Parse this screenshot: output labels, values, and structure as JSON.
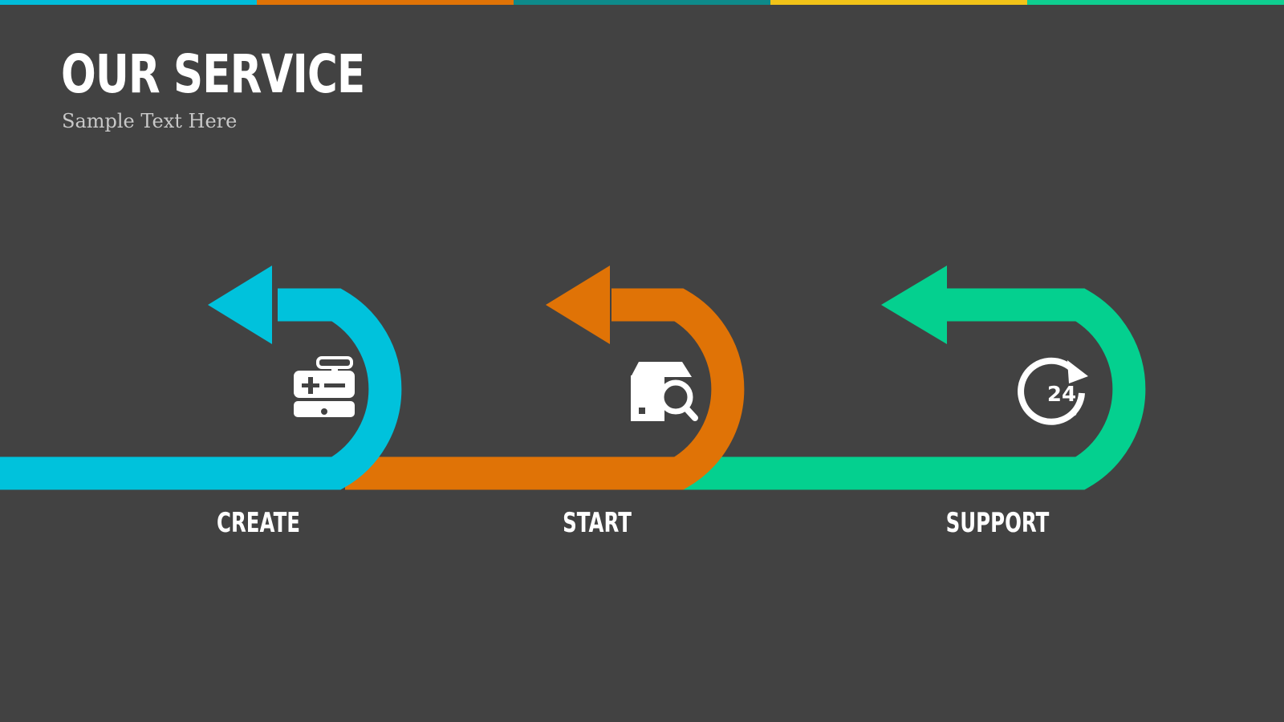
{
  "slide": {
    "title": "OUR SERVICE",
    "subtitle": "Sample Text Here"
  },
  "top_bar_colors": [
    "#00bcd9",
    "#e07306",
    "#0d8a8a",
    "#f2c318",
    "#0fce90"
  ],
  "steps": [
    {
      "label": "CREATE",
      "color": "#00c2dc",
      "icon": "cash-register-icon"
    },
    {
      "label": "START",
      "color": "#e07306",
      "icon": "store-search-icon"
    },
    {
      "label": "SUPPORT",
      "color": "#04d08f",
      "icon": "support-24-icon"
    }
  ]
}
